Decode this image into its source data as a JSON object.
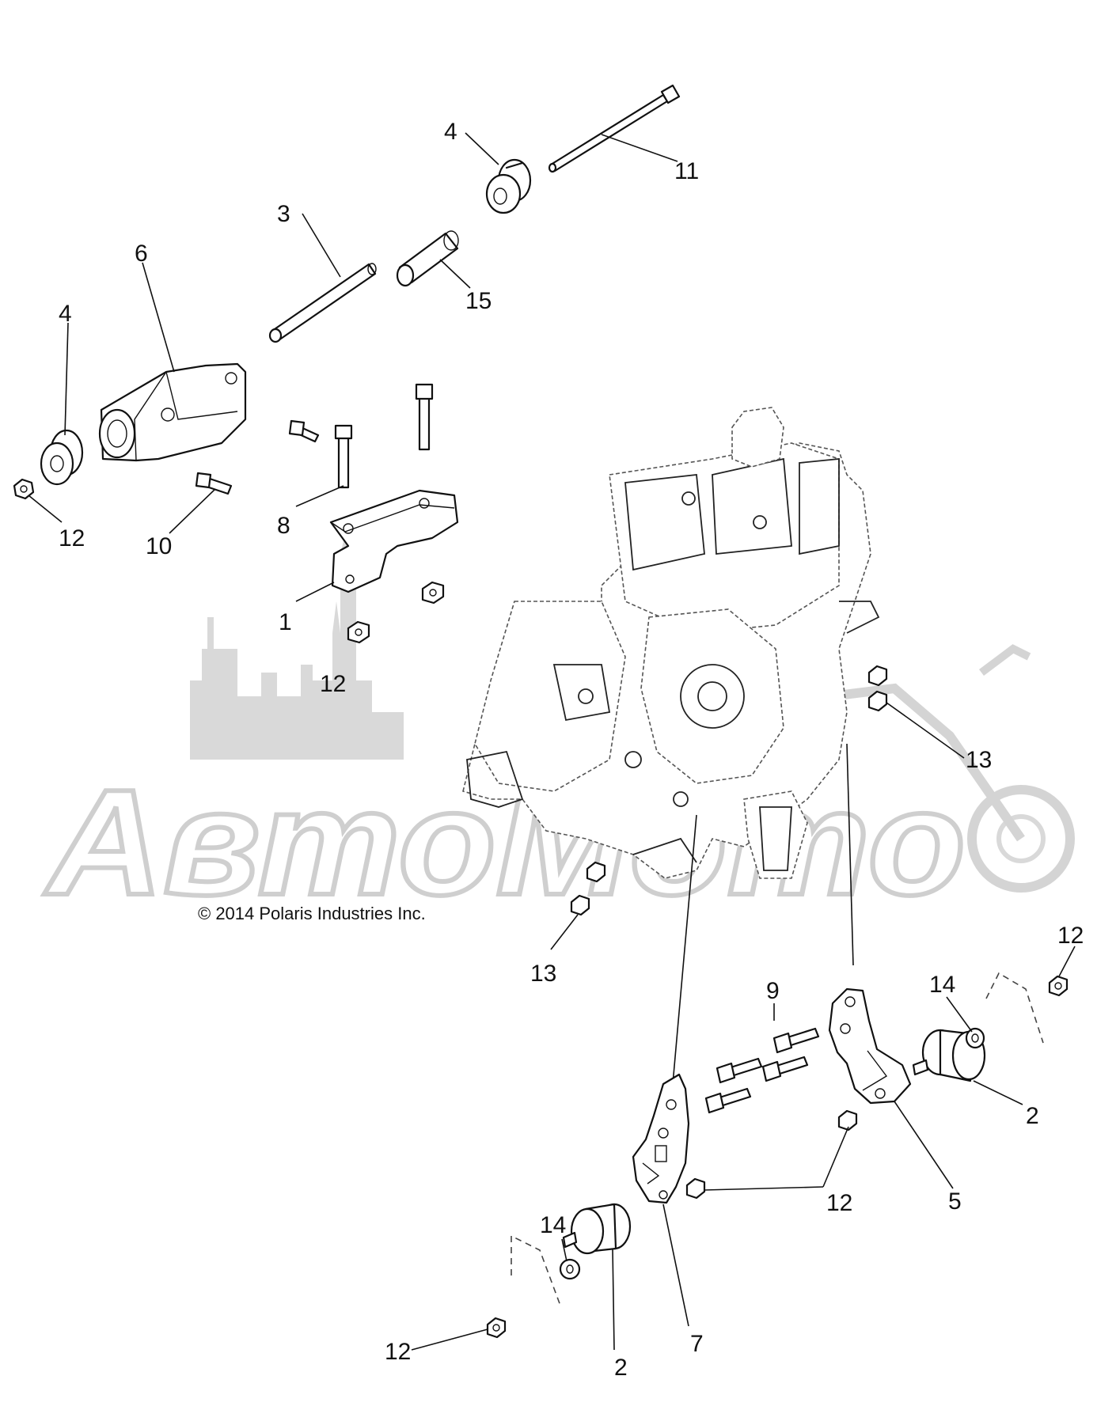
{
  "copyright": "© 2014 Polaris Industries Inc.",
  "watermark": {
    "text": "АвтоМото"
  },
  "callouts": [
    {
      "id": "c-4a",
      "label": "4"
    },
    {
      "id": "c-11",
      "label": "11"
    },
    {
      "id": "c-3",
      "label": "3"
    },
    {
      "id": "c-15",
      "label": "15"
    },
    {
      "id": "c-6",
      "label": "6"
    },
    {
      "id": "c-4b",
      "label": "4"
    },
    {
      "id": "c-12a",
      "label": "12"
    },
    {
      "id": "c-10",
      "label": "10"
    },
    {
      "id": "c-8",
      "label": "8"
    },
    {
      "id": "c-1",
      "label": "1"
    },
    {
      "id": "c-12b",
      "label": "12"
    },
    {
      "id": "c-13a",
      "label": "13"
    },
    {
      "id": "c-13b",
      "label": "13"
    },
    {
      "id": "c-12c",
      "label": "12"
    },
    {
      "id": "c-9",
      "label": "9"
    },
    {
      "id": "c-14a",
      "label": "14"
    },
    {
      "id": "c-2a",
      "label": "2"
    },
    {
      "id": "c-5",
      "label": "5"
    },
    {
      "id": "c-12d",
      "label": "12"
    },
    {
      "id": "c-14b",
      "label": "14"
    },
    {
      "id": "c-7",
      "label": "7"
    },
    {
      "id": "c-12e",
      "label": "12"
    },
    {
      "id": "c-2b",
      "label": "2"
    }
  ],
  "icons": {
    "engine": "engine-assembly-icon",
    "bracket": "mount-bracket-icon",
    "isolator": "rubber-isolator-icon",
    "bolt": "bolt-icon",
    "nut": "flange-nut-icon",
    "washer": "washer-icon"
  }
}
